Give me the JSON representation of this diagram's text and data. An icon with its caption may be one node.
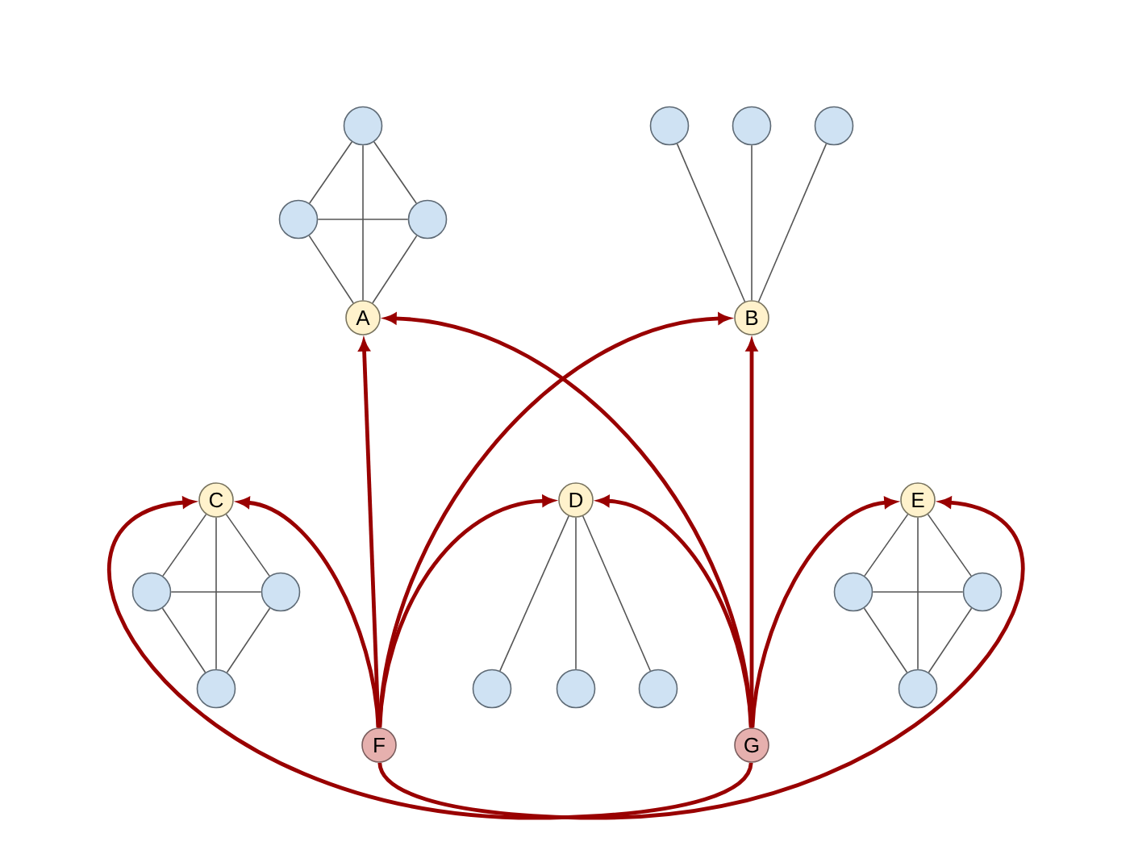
{
  "diagram": {
    "nodes": [
      {
        "text": [],
        "shape": "circle"
      },
      {
        "text": [],
        "shape": "circle"
      },
      {
        "text": [],
        "shape": "circle"
      },
      {
        "text": [],
        "shape": "circle"
      },
      {
        "text": [],
        "shape": "circle"
      },
      {
        "text": [],
        "shape": "circle"
      },
      {
        "text": [
          "A"
        ]
      },
      {
        "text": [
          "B"
        ]
      },
      {
        "text": [
          "C"
        ]
      },
      {
        "text": [
          "D"
        ]
      },
      {
        "text": [
          "E"
        ]
      },
      {
        "text": [],
        "shape": "circle"
      },
      {
        "text": [],
        "shape": "circle"
      },
      {
        "text": [],
        "shape": "circle"
      },
      {
        "text": [],
        "shape": "circle"
      },
      {
        "text": [],
        "shape": "circle"
      },
      {
        "text": [],
        "shape": "circle"
      },
      {
        "text": [],
        "shape": "circle"
      },
      {
        "text": [],
        "shape": "circle"
      },
      {
        "text": [],
        "shape": "circle"
      },
      {
        "text": [
          "F"
        ]
      },
      {
        "text": [
          "G"
        ]
      }
    ],
    "edges": [
      {
        "from": 0,
        "to": 4,
        "arrow": "none"
      },
      {
        "from": 0,
        "to": 5,
        "arrow": "none"
      },
      {
        "from": 0,
        "to": 6,
        "arrow": "none"
      },
      {
        "from": 4,
        "to": 5,
        "arrow": "none"
      },
      {
        "from": 4,
        "to": 6,
        "arrow": "none"
      },
      {
        "from": 5,
        "to": 6,
        "arrow": "none"
      },
      {
        "from": 1,
        "to": 7,
        "arrow": "none"
      },
      {
        "from": 2,
        "to": 7,
        "arrow": "none"
      },
      {
        "from": 3,
        "to": 7,
        "arrow": "none"
      },
      {
        "from": 8,
        "to": 11,
        "arrow": "none"
      },
      {
        "from": 8,
        "to": 12,
        "arrow": "none"
      },
      {
        "from": 8,
        "to": 15,
        "arrow": "none"
      },
      {
        "from": 11,
        "to": 12,
        "arrow": "none"
      },
      {
        "from": 11,
        "to": 15,
        "arrow": "none"
      },
      {
        "from": 12,
        "to": 15,
        "arrow": "none"
      },
      {
        "from": 9,
        "to": 16,
        "arrow": "none"
      },
      {
        "from": 9,
        "to": 17,
        "arrow": "none"
      },
      {
        "from": 9,
        "to": 18,
        "arrow": "none"
      },
      {
        "from": 10,
        "to": 13,
        "arrow": "none"
      },
      {
        "from": 10,
        "to": 14,
        "arrow": "none"
      },
      {
        "from": 10,
        "to": 19,
        "arrow": "none"
      },
      {
        "from": 13,
        "to": 14,
        "arrow": "none"
      },
      {
        "from": 13,
        "to": 19,
        "arrow": "none"
      },
      {
        "from": 14,
        "to": 19,
        "arrow": "none"
      },
      {
        "from": 20,
        "to": 8,
        "arrow": "to",
        "style": "thick",
        "color": "#990000"
      },
      {
        "from": 20,
        "to": 6,
        "arrow": "to",
        "style": "thick",
        "color": "#990000"
      },
      {
        "from": 20,
        "to": 7,
        "arrow": "to",
        "style": "thick",
        "color": "#990000"
      },
      {
        "from": 20,
        "to": 9,
        "arrow": "to",
        "style": "thick",
        "color": "#990000"
      },
      {
        "from": 20,
        "to": 10,
        "arrow": "to",
        "style": "thick",
        "color": "#990000"
      },
      {
        "from": 21,
        "to": 8,
        "arrow": "to",
        "style": "thick",
        "color": "#990000"
      },
      {
        "from": 21,
        "to": 6,
        "arrow": "to",
        "style": "thick",
        "color": "#990000"
      },
      {
        "from": 21,
        "to": 9,
        "arrow": "to",
        "style": "thick",
        "color": "#990000"
      },
      {
        "from": 21,
        "to": 7,
        "arrow": "to",
        "style": "thick",
        "color": "#990000"
      },
      {
        "from": 21,
        "to": 10,
        "arrow": "to",
        "style": "thick",
        "color": "#990000"
      }
    ]
  }
}
